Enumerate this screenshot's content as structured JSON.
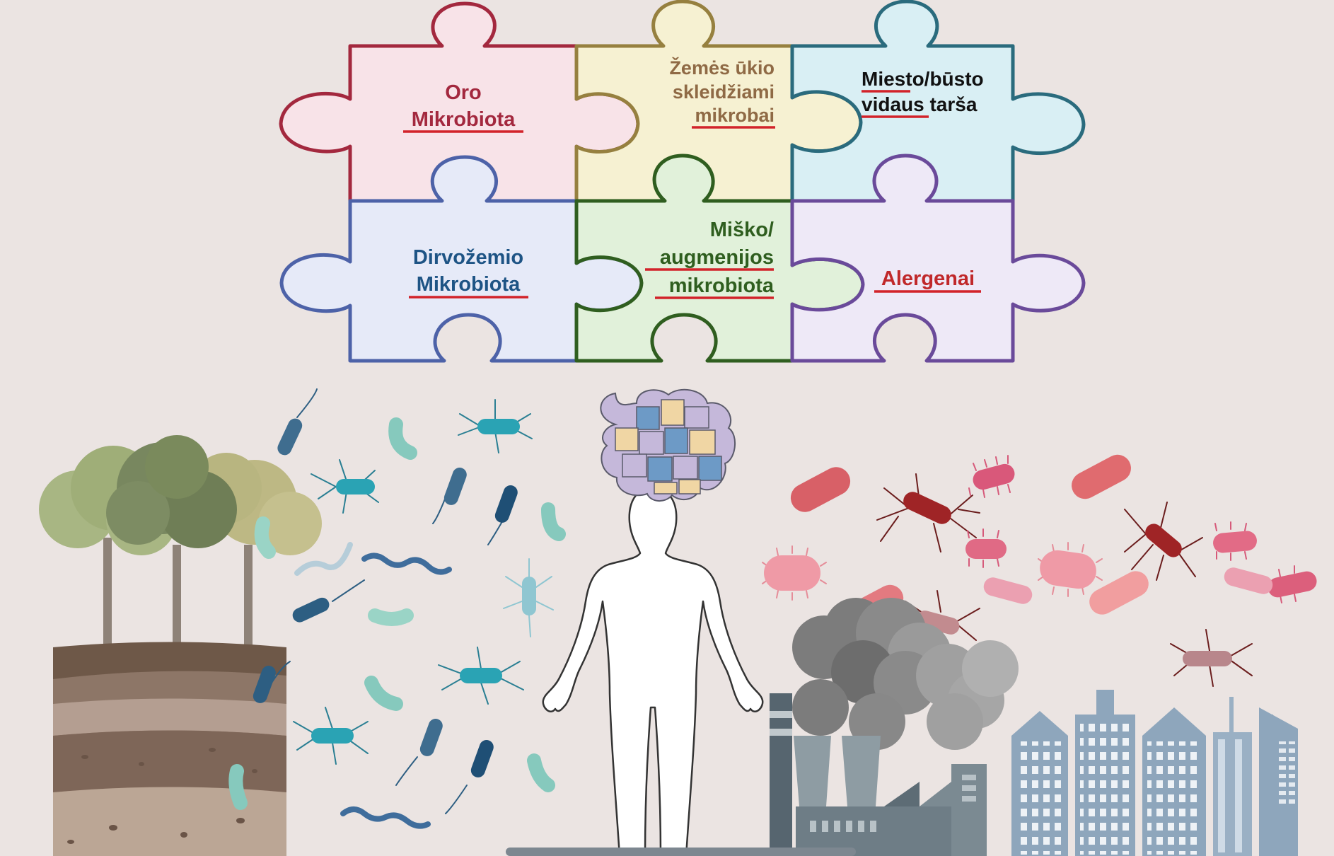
{
  "colors": {
    "background": "#ebe4e2",
    "air": "#a3283e",
    "agri": "#8f6a45",
    "urban": "#111111",
    "soil": "#1e5485",
    "forest": "#2f5e1f",
    "allergen": "#c0282a",
    "underline": "#d2232a",
    "bacteria_teal": "#2aa3b4",
    "bacteria_navy": "#2d5e82",
    "bacteria_red": "#a52b2f",
    "bacteria_pink": "#e06b82"
  },
  "pieces": [
    {
      "id": "air",
      "lines": [
        "Oro",
        "Mikrobiota"
      ]
    },
    {
      "id": "agri",
      "lines": [
        "Žemės ūkio",
        "skleidžiami",
        "mikrobai"
      ]
    },
    {
      "id": "urban",
      "lines": [
        "Miesto/būsto",
        "vidaus tarša"
      ]
    },
    {
      "id": "soil",
      "lines": [
        "Dirvožemio",
        "Mikrobiota"
      ]
    },
    {
      "id": "forest",
      "lines": [
        "Miško/",
        "augmenijos",
        "mikrobiota"
      ]
    },
    {
      "id": "allergen",
      "lines": [
        "Alergenai"
      ]
    }
  ],
  "icons": [
    "trees-icon",
    "soil-layers-icon",
    "human-silhouette-icon",
    "puzzle-brain-icon",
    "factory-icon",
    "smoke-icon",
    "city-skyline-icon",
    "bacteria-icon"
  ]
}
